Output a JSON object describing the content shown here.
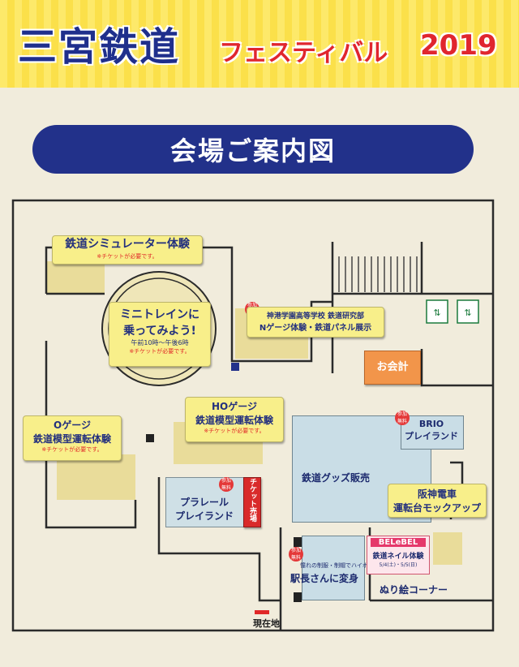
{
  "header": {
    "title_main": "三宮鉄道",
    "title_sub": "フェスティバル",
    "title_year": "2019",
    "banner": "会場ご案内図"
  },
  "areas": {
    "simulator": {
      "label": "鉄道シミュレーター体験",
      "note": "※チケットが必要です。"
    },
    "mini_train": {
      "line1": "ミニトレインに",
      "line2": "乗ってみよう!",
      "hours": "午前10時～午後6時",
      "note": "※チケットが必要です。"
    },
    "jinko": {
      "line1": "神港学園高等学校 鉄道研究部",
      "line2": "Nゲージ体験・鉄道パネル展示",
      "badge": "参加 無料"
    },
    "o_gauge": {
      "line1": "Oゲージ",
      "line2": "鉄道模型運転体験",
      "note": "※チケットが必要です。"
    },
    "ho_gauge": {
      "line1": "HOゲージ",
      "line2": "鉄道模型運転体験",
      "note": "※チケットが必要です。"
    },
    "checkout": {
      "label": "お会計"
    },
    "brio": {
      "line1": "BRIO",
      "line2": "プレイランド",
      "badge": "参加 無料"
    },
    "goods": {
      "label": "鉄道グッズ販売"
    },
    "plarail": {
      "line1": "プラレール",
      "line2": "プレイランド",
      "badge": "参加 無料"
    },
    "ticket": {
      "label": "チケット売場"
    },
    "hanshin": {
      "line1": "阪神電車",
      "line2": "運転台モックアップ"
    },
    "station_master": {
      "label": "駅長さんに変身",
      "sub": "憧れの制服・制帽でハイポーズ!",
      "badge": "参加 無料"
    },
    "belebel": {
      "logo": "BELeBEL",
      "sub": "鉄道ネイル体験",
      "date": "5/4(土)・5/5(日)"
    },
    "coloring": {
      "label": "ぬり絵コーナー"
    },
    "current": {
      "label": "現在地"
    }
  }
}
